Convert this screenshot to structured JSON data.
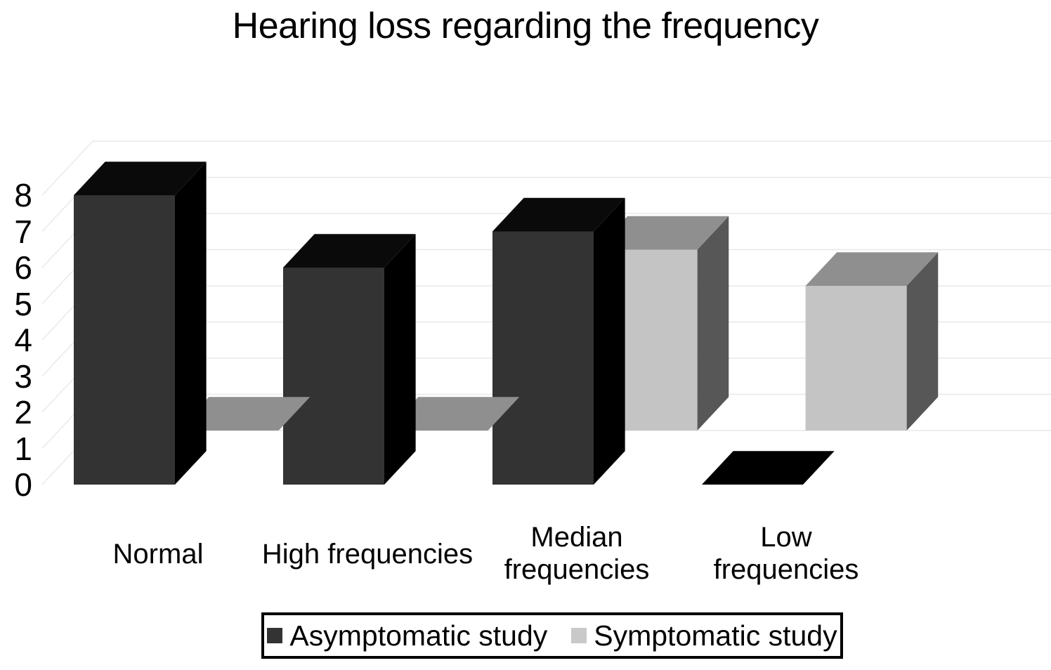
{
  "chart_data": {
    "type": "bar",
    "title": "Hearing loss regarding the frequency",
    "xlabel": "",
    "ylabel": "",
    "ylim": [
      0,
      8
    ],
    "yticks": [
      0,
      1,
      2,
      3,
      4,
      5,
      6,
      7,
      8
    ],
    "ytick_labels": [
      "0",
      "1",
      "2",
      "3",
      "4",
      "5",
      "6",
      "7",
      "8"
    ],
    "grid": true,
    "three_d": true,
    "legend_position": "bottom",
    "categories": [
      "Normal",
      "High frequencies",
      "Median frequencies",
      "Low frequencies"
    ],
    "category_lines": [
      [
        "Normal"
      ],
      [
        "High frequencies"
      ],
      [
        "Median",
        "frequencies"
      ],
      [
        "Low",
        "frequencies"
      ]
    ],
    "series": [
      {
        "name": "Asymptomatic study",
        "values": [
          8,
          6,
          7,
          0
        ],
        "color": "#333333",
        "top_color": "#0a0a0a",
        "side_color": "#000000"
      },
      {
        "name": "Symptomatic study",
        "values": [
          0,
          0,
          5,
          4
        ],
        "color": "#c4c4c4",
        "top_color": "#8f8f8f",
        "side_color": "#575757"
      }
    ]
  },
  "legend": {
    "entries": [
      {
        "label": "Asymptomatic study",
        "swatch": "#333333"
      },
      {
        "label": "Symptomatic study",
        "swatch": "#c9c9c9"
      }
    ]
  },
  "axes": {
    "y_tick_labels": [
      "8",
      "7",
      "6",
      "5",
      "4",
      "3",
      "2",
      "1",
      "0"
    ]
  },
  "colors": {
    "background": "#ffffff",
    "text": "#000000",
    "gridline": "#e8e8e8",
    "asymptomatic_front": "#333333",
    "asymptomatic_top": "#0a0a0a",
    "asymptomatic_side": "#000000",
    "symptomatic_front": "#c4c4c4",
    "symptomatic_top": "#8f8f8f",
    "symptomatic_side": "#575757"
  }
}
